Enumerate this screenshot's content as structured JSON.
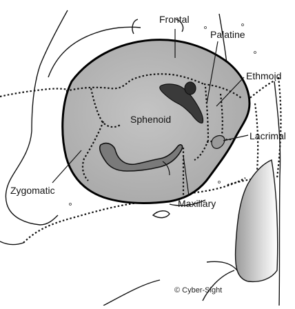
{
  "diagram": {
    "labels": {
      "frontal": "Frontal",
      "palatine": "Palatine",
      "ethmoid": "Ethmoid",
      "sphenoid": "Sphenoid",
      "lacrimal": "Lacrimal",
      "zygomatic": "Zygomatic",
      "maxillary": "Maxillary"
    },
    "copyright": "© Cyber-Sight"
  },
  "colors": {
    "orbit_fill": "#b4b4b4",
    "dark_fissure": "#3a3a3a",
    "fissure_gray": "#7a7a7a",
    "nasal_gradient_dark": "#9a9a9a",
    "line": "#111111"
  }
}
